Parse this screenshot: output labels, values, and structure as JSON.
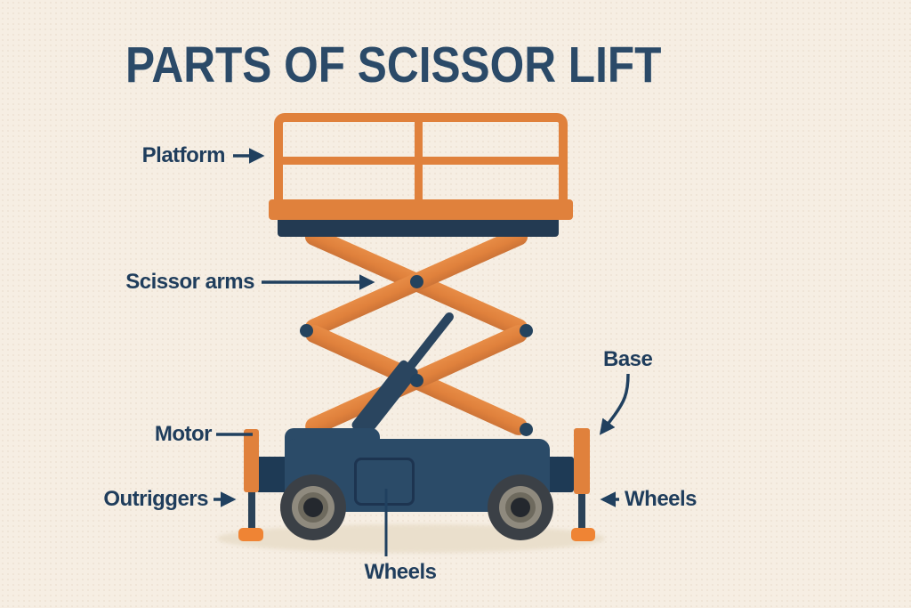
{
  "title": "PARTS OF SCISSOR LIFT",
  "labels": {
    "platform": "Platform",
    "scissor_arms": "Scissor arms",
    "motor": "Motor",
    "outriggers": "Outriggers",
    "base": "Base",
    "wheels_right": "Wheels",
    "wheels_bottom": "Wheels"
  },
  "diagram": {
    "subject": "scissor lift",
    "part_names": [
      "Platform",
      "Scissor arms",
      "Motor",
      "Outriggers",
      "Base",
      "Wheels"
    ]
  },
  "colors": {
    "background": "#f6eee3",
    "orange": "#e0813c",
    "orange_bright": "#ef8434",
    "navy": "#2b4b68",
    "navy_dark": "#1e3a55",
    "navy_bar": "#233a52",
    "label_text": "#1f3d5c",
    "title_text": "#2b4a68",
    "arrow": "#20405f"
  }
}
